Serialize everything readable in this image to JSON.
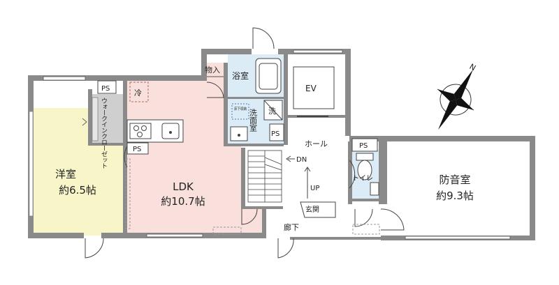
{
  "colors": {
    "wall": "#8a8a8a",
    "bedroom_floor": "#f8f6c8",
    "ldk_floor": "#f9e0dd",
    "wet_area": "#dcecf7",
    "closet": "#cfcfcf",
    "line": "#333333"
  },
  "rooms": {
    "bedroom": {
      "name": "洋室",
      "size": "約6.5帖"
    },
    "ldk": {
      "name": "LDK",
      "size": "約10.7帖"
    },
    "soundproof": {
      "name": "防音室",
      "size": "約9.3帖"
    }
  },
  "labels": {
    "storage": "物入",
    "bath": "浴室",
    "washroom": "洗面室",
    "washer": "洗",
    "floor_storage": "床下収納",
    "elevator": "EV",
    "hall": "ホール",
    "dn": "DN",
    "up": "UP",
    "toilet": "トイレ",
    "entrance": "玄関",
    "corridor": "廊下",
    "walkin_closet": "ウォークインクローゼット",
    "fridge": "冷",
    "ps_1": "PS",
    "ps_2": "PS",
    "ps_3": "PS",
    "ps_4": "PS",
    "compass_n": "N"
  },
  "icons": [
    "compass-icon",
    "stove-icon",
    "sink-icon",
    "bathtub-icon",
    "toilet-icon",
    "washbasin-icon",
    "door-swing-icon",
    "stairs-icon"
  ]
}
